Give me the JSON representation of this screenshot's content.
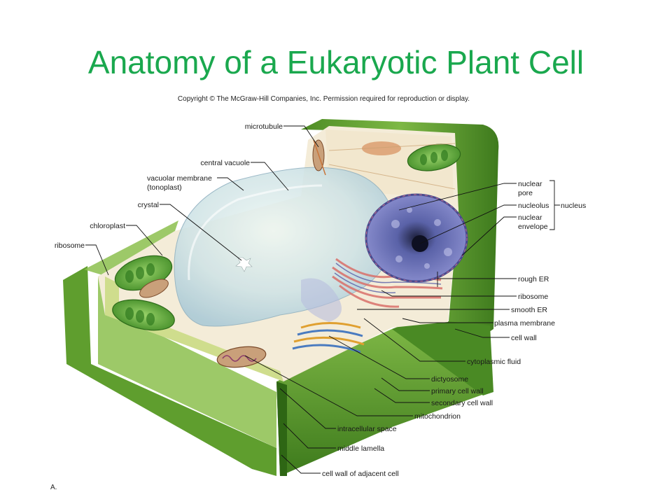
{
  "title": "Anatomy of a Eukaryotic Plant Cell",
  "copyright": "Copyright © The McGraw-Hill Companies, Inc. Permission required for reproduction or display.",
  "figure_letter": "A.",
  "labels": {
    "microtubule": "microtubule",
    "central_vacuole": "central vacuole",
    "vacuolar_membrane_1": "vacuolar membrane",
    "vacuolar_membrane_2": "(tonoplast)",
    "crystal": "crystal",
    "chloroplast": "chloroplast",
    "ribosome_left": "ribosome",
    "nuclear_pore_1": "nuclear",
    "nuclear_pore_2": "pore",
    "nucleolus": "nucleolus",
    "nuclear_envelope_1": "nuclear",
    "nuclear_envelope_2": "envelope",
    "nucleus": "nucleus",
    "rough_er": "rough ER",
    "ribosome_right": "ribosome",
    "smooth_er": "smooth ER",
    "plasma_membrane": "plasma membrane",
    "cell_wall": "cell wall",
    "cytoplasmic_fluid": "cytoplasmic fluid",
    "dictyosome": "dictyosome",
    "primary_cell_wall": "primary cell wall",
    "secondary_cell_wall": "secondary cell wall",
    "mitochondrion": "mitochondrion",
    "intracellular_space": "intracellular space",
    "middle_lamella": "middle lamella",
    "cell_wall_adjacent": "cell wall of adjacent cell"
  },
  "colors": {
    "title": "#1aa84e",
    "wall_dark": "#3f7f1e",
    "wall_mid": "#5f9e2e",
    "wall_light": "#8cc04e",
    "cytoplasm": "#f4ecd8",
    "vacuole": "#cfe6e8",
    "nucleus": "#6a6fb0",
    "chloroplast": "#5aa53a",
    "mitochondrion": "#c9a07a"
  }
}
